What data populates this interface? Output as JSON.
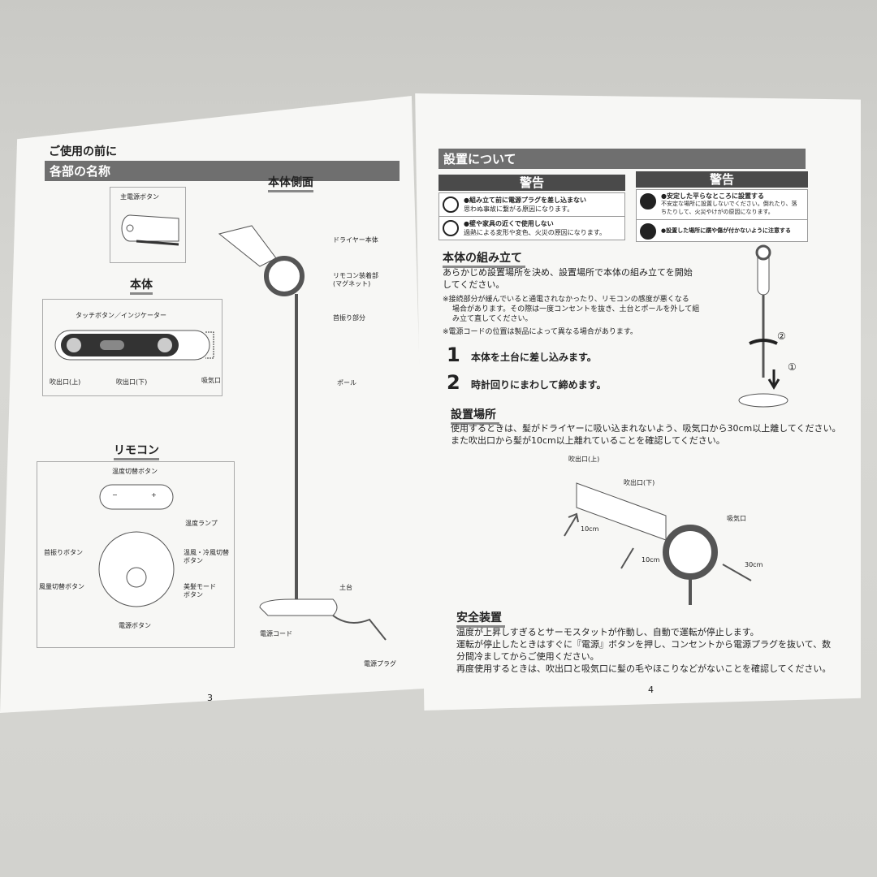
{
  "left": {
    "pretitle": "ご使用の前に",
    "section": "各部の名称",
    "side_view_title": "本体側面",
    "top_inset_label": "主電源ボタン",
    "body_title": "本体",
    "body_labels": {
      "touch": "タッチボタン／インジケーター",
      "outlet_top": "吹出口(上)",
      "outlet_bottom": "吹出口(下)",
      "intake": "吸気口"
    },
    "side_labels": {
      "dryer": "ドライヤー本体",
      "remote_mount": "リモコン装着部",
      "magnet": "(マグネット)",
      "swing": "首振り部分",
      "pole": "ポール",
      "base": "土台",
      "cord": "電源コード",
      "plug": "電源プラグ"
    },
    "remote_title": "リモコン",
    "remote_labels": {
      "temp_switch": "温度切替ボタン",
      "minus": "−",
      "plus": "+",
      "temp_lamp": "温度ランプ",
      "swing_btn": "首振りボタン",
      "hot_cold": "温風・冷風切替",
      "hot_cold2": "ボタン",
      "airflow": "風量切替ボタン",
      "beauty": "美髪モード",
      "beauty2": "ボタン",
      "power": "電源ボタン"
    },
    "page_number": "3"
  },
  "right": {
    "section": "設置について",
    "warning_label": "警告",
    "warnings_left": [
      {
        "bold": "●組み立て前に電源プラグを差し込まない",
        "note": "思わぬ事故に繋がる原因になります。"
      },
      {
        "bold": "●壁や家具の近くで使用しない",
        "note": "過熱による変形や変色、火災の原因になります。"
      }
    ],
    "warnings_right": [
      {
        "bold": "●安定した平らなところに設置する",
        "note1": "不安定な場所に設置しないでください。倒れたり、落",
        "note2": "ちたりして、火災やけがの原因になります。"
      },
      {
        "bold": "●設置した場所に躓や傷が付かないように注意する"
      }
    ],
    "assembly_title": "本体の組み立て",
    "assembly_intro1": "あらかじめ設置場所を決め、設置場所で本体の組み立てを開始",
    "assembly_intro2": "してください。",
    "assembly_note1": "※接続部分が緩んでいると通電されなかったり、リモコンの感度が悪くなる",
    "assembly_note2": "場合があります。その際は一度コンセントを抜き、土台とポールを外して組",
    "assembly_note3": "み立て直してください。",
    "assembly_note4": "※電源コードの位置は製品によって異なる場合があります。",
    "steps": [
      {
        "num": "1",
        "text": "本体を土台に差し込みます。"
      },
      {
        "num": "2",
        "text": "時計回りにまわして締めます。"
      }
    ],
    "circled": {
      "one": "①",
      "two": "②"
    },
    "place_title": "設置場所",
    "place_text1": "使用するときは、髪がドライヤーに吸い込まれないよう、吸気口から30cm以上離してください。",
    "place_text2": "また吹出口から髪が10cm以上離れていることを確認してください。",
    "place_labels": {
      "out_top": "吹出口(上)",
      "out_bottom": "吹出口(下)",
      "intake": "吸気口",
      "d1": "10cm",
      "d2": "10cm",
      "d3": "30cm"
    },
    "safety_title": "安全装置",
    "safety_text1": "温度が上昇しすぎるとサーモスタットが作動し、自動で運転が停止します。",
    "safety_text2": "運転が停止したときはすぐに『電源』ボタンを押し、コンセントから電源プラグを抜いて、数",
    "safety_text3": "分間冷ましてからご使用ください。",
    "safety_text4": "再度使用するときは、吹出口と吸気口に髪の毛やほこりなどがないことを確認してください。",
    "page_number": "4"
  }
}
